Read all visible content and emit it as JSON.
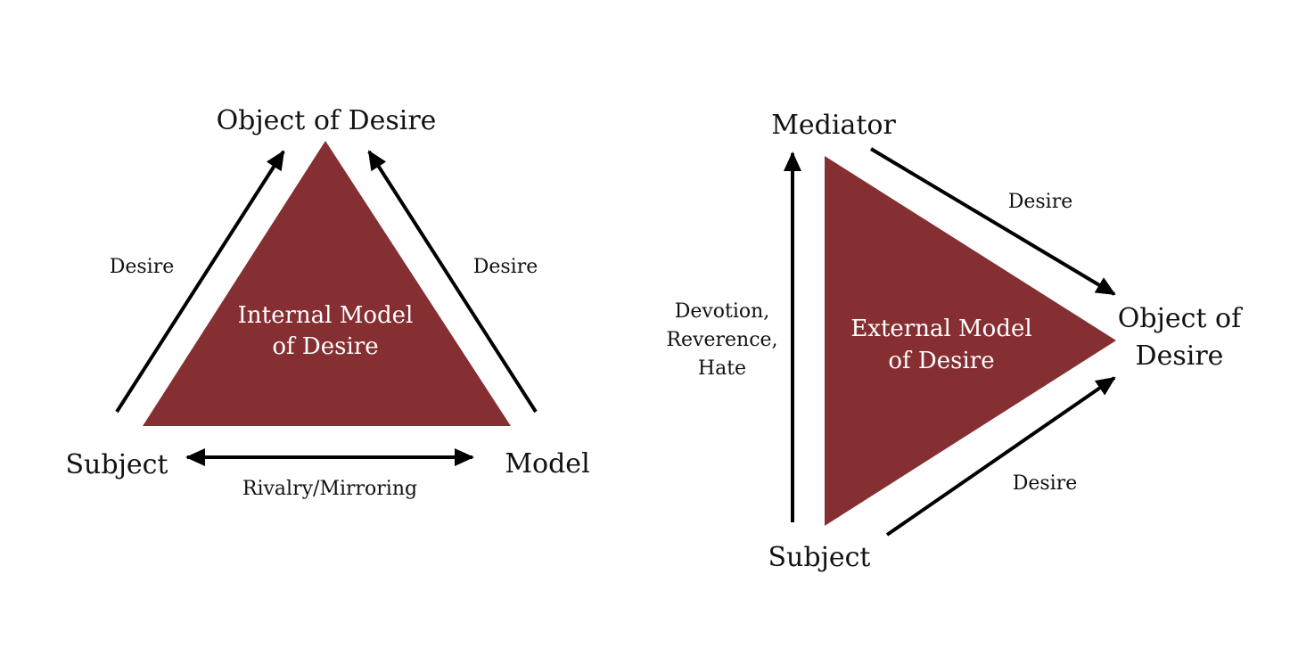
{
  "colors": {
    "triangle_fill": "#862f33",
    "arrow": "#000000",
    "text": "#111111",
    "inner_text": "#ffffff"
  },
  "internal": {
    "center_label": [
      "Internal Model",
      "of Desire"
    ],
    "nodes": {
      "top": "Object of Desire",
      "left": "Subject",
      "right": "Model"
    },
    "edges": {
      "left": "Desire",
      "right": "Desire",
      "bottom": "Rivalry/Mirroring"
    }
  },
  "external": {
    "center_label": [
      "External Model",
      "of Desire"
    ],
    "nodes": {
      "top": "Mediator",
      "right": [
        "Object of",
        "Desire"
      ],
      "bottom": "Subject"
    },
    "edges": {
      "top": "Desire",
      "bottom": "Desire",
      "left": [
        "Devotion,",
        "Reverence,",
        "Hate"
      ]
    }
  }
}
